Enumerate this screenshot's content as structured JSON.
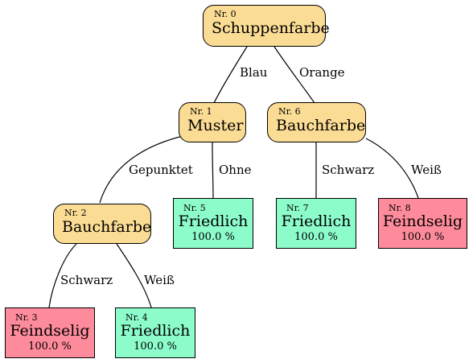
{
  "nodes": [
    {
      "id_label": "Nr. 0",
      "label": "Schuppenfarbe"
    },
    {
      "id_label": "Nr. 1",
      "label": "Muster"
    },
    {
      "id_label": "Nr. 2",
      "label": "Bauchfarbe"
    },
    {
      "id_label": "Nr. 3",
      "label": "Feindselig",
      "value": "100.0 %",
      "color": "#fe8b9b"
    },
    {
      "id_label": "Nr. 4",
      "label": "Friedlich",
      "value": "100.0 %",
      "color": "#8cfccb"
    },
    {
      "id_label": "Nr. 5",
      "label": "Friedlich",
      "value": "100.0 %",
      "color": "#8cfccb"
    },
    {
      "id_label": "Nr. 6",
      "label": "Bauchfarbe"
    },
    {
      "id_label": "Nr. 7",
      "label": "Friedlich",
      "value": "100.0 %",
      "color": "#8cfccb"
    },
    {
      "id_label": "Nr. 8",
      "label": "Feindselig",
      "value": "100.0 %",
      "color": "#fe8b9b"
    }
  ],
  "edges": [
    {
      "from": "Nr. 0",
      "to": "Nr. 1",
      "label": "Blau"
    },
    {
      "from": "Nr. 0",
      "to": "Nr. 6",
      "label": "Orange"
    },
    {
      "from": "Nr. 1",
      "to": "Nr. 2",
      "label": "Gepunktet"
    },
    {
      "from": "Nr. 1",
      "to": "Nr. 5",
      "label": "Ohne"
    },
    {
      "from": "Nr. 2",
      "to": "Nr. 3",
      "label": "Schwarz"
    },
    {
      "from": "Nr. 2",
      "to": "Nr. 4",
      "label": "Weiß"
    },
    {
      "from": "Nr. 6",
      "to": "Nr. 7",
      "label": "Schwarz"
    },
    {
      "from": "Nr. 6",
      "to": "Nr. 8",
      "label": "Weiß"
    }
  ],
  "colors": {
    "decision_fill": "#fbdc94",
    "friedlich_fill": "#8cfccb",
    "feindselig_fill": "#fe8b9b",
    "line": "#000000"
  }
}
